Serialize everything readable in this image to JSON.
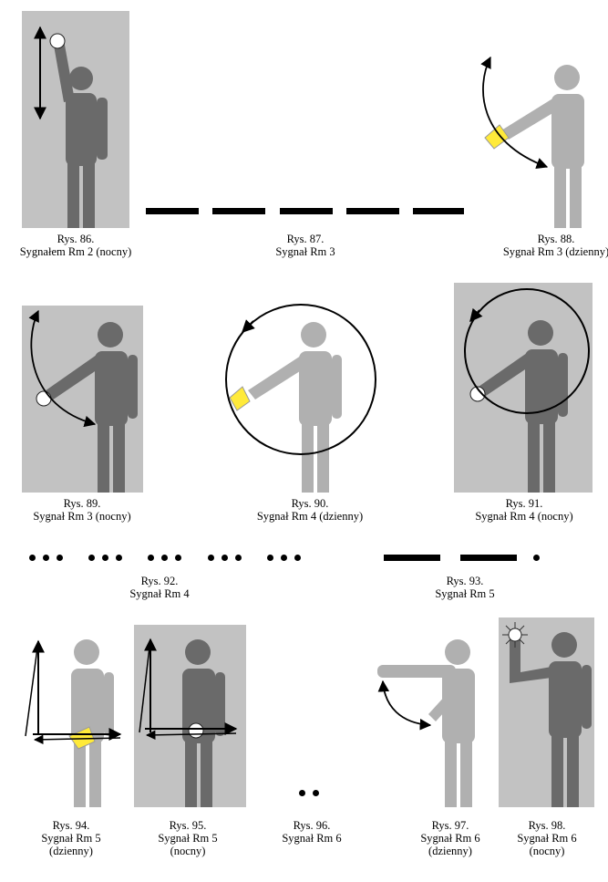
{
  "colors": {
    "panel": "#c2c2c2",
    "figure_dark": "#6a6a6a",
    "figure_light": "#b0b0b0",
    "flag": "#ffea3a",
    "lamp": "#ffffff"
  },
  "figures": [
    {
      "id": "86",
      "label": "Rys. 86.",
      "lines": [
        "Sygnałem Rm 2 (nocny)"
      ]
    },
    {
      "id": "87",
      "label": "Rys. 87.",
      "lines": [
        "Sygnał Rm 3"
      ]
    },
    {
      "id": "88",
      "label": "Rys. 88.",
      "lines": [
        "Sygnał Rm 3 (dzienny)"
      ]
    },
    {
      "id": "89",
      "label": "Rys. 89.",
      "lines": [
        "Sygnał Rm 3 (nocny)"
      ]
    },
    {
      "id": "90",
      "label": "Rys. 90.",
      "lines": [
        "Sygnał Rm 4 (dzienny)"
      ]
    },
    {
      "id": "91",
      "label": "Rys. 91.",
      "lines": [
        "Sygnał Rm 4 (nocny)"
      ]
    },
    {
      "id": "92",
      "label": "Rys. 92.",
      "lines": [
        "Sygnał Rm 4"
      ]
    },
    {
      "id": "93",
      "label": "Rys. 93.",
      "lines": [
        "Sygnał Rm 5"
      ]
    },
    {
      "id": "94",
      "label": "Rys. 94.",
      "lines": [
        "Sygnał Rm 5",
        "(dzienny)"
      ]
    },
    {
      "id": "95",
      "label": "Rys. 95.",
      "lines": [
        "Sygnał Rm 5",
        "(nocny)"
      ]
    },
    {
      "id": "96",
      "label": "Rys. 96.",
      "lines": [
        "Sygnał Rm 6"
      ]
    },
    {
      "id": "97",
      "label": "Rys. 97.",
      "lines": [
        "Sygnał Rm 6",
        "(dzienny)"
      ]
    },
    {
      "id": "98",
      "label": "Rys. 98.",
      "lines": [
        "Sygnał Rm 6",
        "(nocny)"
      ]
    }
  ],
  "sound_signals": {
    "rm3": [
      "long",
      "long",
      "long",
      "long",
      "long"
    ],
    "rm4": [
      [
        "short",
        "short",
        "short"
      ],
      [
        "short",
        "short",
        "short"
      ],
      [
        "short",
        "short",
        "short"
      ],
      [
        "short",
        "short",
        "short"
      ],
      [
        "short",
        "short",
        "short"
      ]
    ],
    "rm5": [
      "long",
      "long",
      "short"
    ],
    "rm6": [
      "short",
      "short"
    ]
  }
}
